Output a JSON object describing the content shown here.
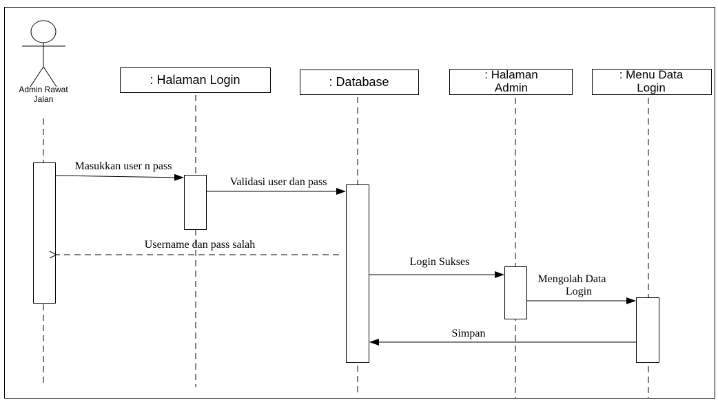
{
  "actor": {
    "name_line1": "Admin Rawat",
    "name_line2": "Jalan"
  },
  "lifelines": [
    {
      "label_line1": ": Halaman Login",
      "label_line2": ""
    },
    {
      "label_line1": ": Database",
      "label_line2": ""
    },
    {
      "label_line1": ": Halaman",
      "label_line2": "Admin"
    },
    {
      "label_line1": ": Menu Data",
      "label_line2": "Login"
    }
  ],
  "messages": [
    {
      "text_line1": "Masukkan user n pass",
      "text_line2": "",
      "style": "solid"
    },
    {
      "text_line1": "Validasi user dan pass",
      "text_line2": "",
      "style": "solid"
    },
    {
      "text_line1": "Username dan pass salah",
      "text_line2": "",
      "style": "dashed-return"
    },
    {
      "text_line1": "Login Sukses",
      "text_line2": "",
      "style": "solid"
    },
    {
      "text_line1": "Mengolah Data",
      "text_line2": "Login",
      "style": "solid"
    },
    {
      "text_line1": "Simpan",
      "text_line2": "",
      "style": "solid"
    }
  ]
}
